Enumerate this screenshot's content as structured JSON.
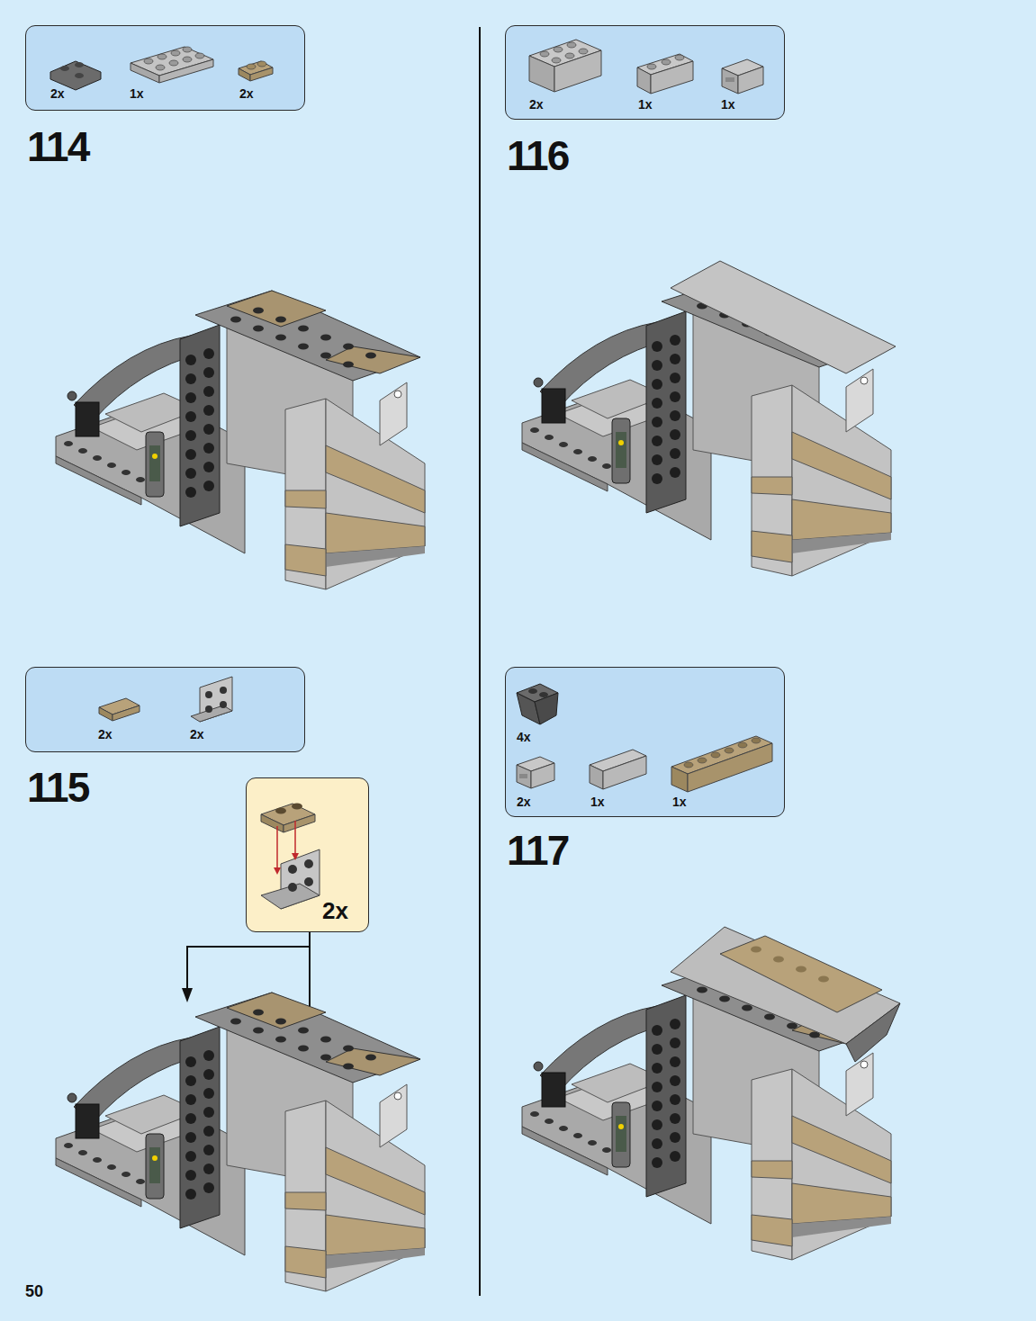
{
  "diagram": {
    "nodes": [
      {
        "text": [
          "2x",
          "1x",
          "2x"
        ]
      },
      {
        "text": [
          "2x",
          "2x"
        ]
      },
      {
        "text": [
          "2x"
        ]
      },
      {
        "text": [
          "2x",
          "1x",
          "1x"
        ]
      },
      {
        "text": [
          "4x",
          "2x",
          "1x",
          "1x"
        ]
      }
    ],
    "labels": [
      "114",
      "115",
      "116",
      "117",
      "50"
    ]
  }
}
